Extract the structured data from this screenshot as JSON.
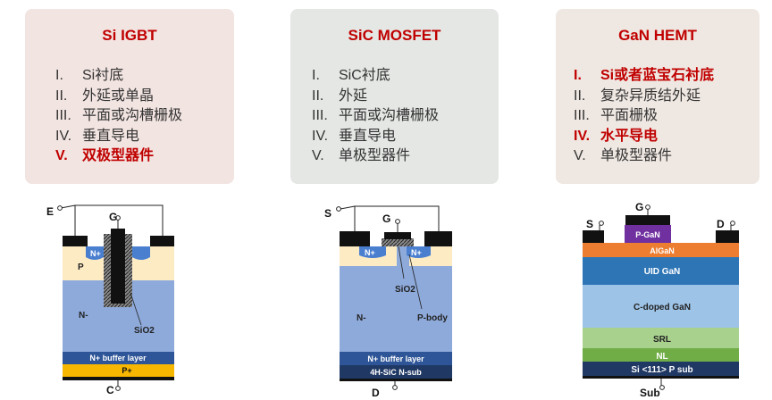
{
  "cards": [
    {
      "title": "Si IGBT",
      "items": [
        {
          "num": "I.",
          "text": "Si衬底"
        },
        {
          "num": "II.",
          "text": "外延或单晶"
        },
        {
          "num": "III.",
          "text": "平面或沟槽栅极"
        },
        {
          "num": "IV.",
          "text": "垂直导电"
        },
        {
          "num": "V.",
          "text": "双极型器件"
        }
      ]
    },
    {
      "title": "SiC MOSFET",
      "items": [
        {
          "num": "I.",
          "text": "SiC衬底"
        },
        {
          "num": "II.",
          "text": "外延"
        },
        {
          "num": "III.",
          "text": "平面或沟槽栅极"
        },
        {
          "num": "IV.",
          "text": "垂直导电"
        },
        {
          "num": "V.",
          "text": "单极型器件"
        }
      ]
    },
    {
      "title": "GaN HEMT",
      "items": [
        {
          "num": "I.",
          "text": "Si或者蓝宝石衬底"
        },
        {
          "num": "II.",
          "text": "复杂异质结外延"
        },
        {
          "num": "III.",
          "text": "平面栅极"
        },
        {
          "num": "IV.",
          "text": "水平导电"
        },
        {
          "num": "V.",
          "text": "单极型器件"
        }
      ]
    }
  ],
  "igbt": {
    "emitter": "E",
    "gate": "G",
    "collector": "C",
    "n_plus": "N+",
    "p": "P",
    "n_minus": "N-",
    "oxide": "SiO2",
    "buffer": "N+ buffer layer",
    "p_plus": "P+"
  },
  "mosfet": {
    "source": "S",
    "gate": "G",
    "drain": "D",
    "n_plus_left": "N+",
    "n_plus_right": "N+",
    "oxide": "SiO2",
    "n_minus": "N-",
    "pbody": "P-body",
    "buffer": "N+ buffer layer",
    "substrate": "4H-SiC N-sub"
  },
  "hemt": {
    "source": "S",
    "gate": "G",
    "drain": "D",
    "pgan": "P-GaN",
    "algan": "AlGaN",
    "uid": "UID GaN",
    "cdoped": "C-doped GaN",
    "srl": "SRL",
    "nl": "NL",
    "sub": "Si <111> P sub",
    "sub_terminal": "Sub"
  },
  "colors": {
    "accent_red": "#c00000",
    "n_region": "#8eaadb",
    "n_plus_region": "#4a7fd0",
    "p_region": "#fdebc4",
    "buffer_dark": "#2e5597",
    "p_plus": "#f7b700",
    "metal": "#111111",
    "algan": "#ed7d31",
    "uid_gan": "#2e75b6",
    "c_doped_gan": "#9dc3e6",
    "srl": "#a9d18e",
    "nl": "#70ad47",
    "hemt_sub": "#203864",
    "pgan": "#7030a0"
  }
}
